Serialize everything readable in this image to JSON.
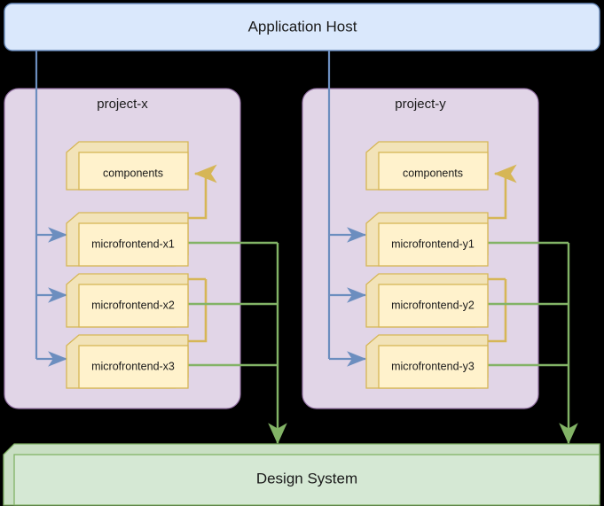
{
  "diagram": {
    "type": "architecture-diagram",
    "background_color": "#000000",
    "host": {
      "label": "Application Host",
      "fill": "#dae8fc",
      "stroke": "#6c8ebf"
    },
    "design_system": {
      "label": "Design System",
      "fill": "#d5e8d4",
      "stroke": "#82b366"
    },
    "groups": [
      {
        "label": "project-x",
        "fill": "#e1d5e7",
        "stroke": "#9673a6",
        "nodes": [
          {
            "label": "components",
            "kind": "shared-library"
          },
          {
            "label": "microfrontend-x1",
            "kind": "microfrontend"
          },
          {
            "label": "microfrontend-x2",
            "kind": "microfrontend"
          },
          {
            "label": "microfrontend-x3",
            "kind": "microfrontend"
          }
        ]
      },
      {
        "label": "project-y",
        "fill": "#e1d5e7",
        "stroke": "#9673a6",
        "nodes": [
          {
            "label": "components",
            "kind": "shared-library"
          },
          {
            "label": "microfrontend-y1",
            "kind": "microfrontend"
          },
          {
            "label": "microfrontend-y2",
            "kind": "microfrontend"
          },
          {
            "label": "microfrontend-y3",
            "kind": "microfrontend"
          }
        ]
      }
    ],
    "node_style": {
      "fill": "#fff2cc",
      "stroke": "#d6b656",
      "side_fill": "#f2e3b8"
    },
    "edges": {
      "host_to_microfrontend": {
        "color": "#6c8ebf",
        "count": 6,
        "description": "Application Host routes to each microfrontend"
      },
      "microfrontend_to_components": {
        "color": "#d6b656",
        "count": 6,
        "description": "Microfrontends consume project components library"
      },
      "microfrontend_to_design_system": {
        "color": "#82b366",
        "count": 6,
        "description": "Microfrontends consume the shared Design System"
      }
    }
  }
}
